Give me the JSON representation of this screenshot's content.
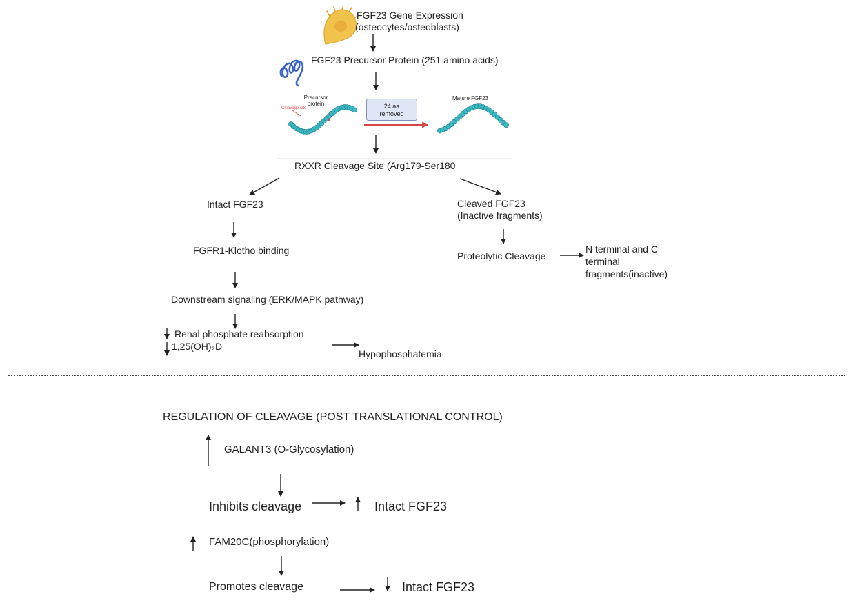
{
  "top": {
    "gene_title": "FGF23 Gene Expression",
    "gene_cells": "(osteocytes/osteoblasts)",
    "precursor": "FGF23 Precursor Protein (251 amino acids)",
    "panel_precursor_line1": "Precursor",
    "panel_precursor_line2": "protein",
    "panel_cleavage_site": "Cleavage site",
    "panel_removed_line1": "24 aa",
    "panel_removed_line2": "removed",
    "panel_mature": "Mature FGF23",
    "cleavage_site": "RXXR Cleavage Site (Arg179-Ser180"
  },
  "left_branch": {
    "intact": "Intact FGF23",
    "binding": "FGFR1-Klotho binding",
    "signaling": "Downstream signaling (ERK/MAPK pathway)",
    "renal": "Renal phosphate reabsorption",
    "vitd": "1,25(OH)₂D",
    "outcome": "Hypophosphatemia"
  },
  "right_branch": {
    "cleaved_line1": "Cleaved FGF23",
    "cleaved_line2": "(Inactive fragments)",
    "proteolytic": "Proteolytic Cleavage",
    "fragments_line1": "N terminal and C",
    "fragments_line2": "terminal",
    "fragments_line3": "fragments(inactive)"
  },
  "regulation": {
    "heading": "REGULATION OF CLEAVAGE (POST TRANSLATIONAL CONTROL)",
    "galant3": "GALANT3 (O-Glycosylation)",
    "inhibits": "Inhibits cleavage",
    "intact_up": "Intact FGF23",
    "fam20c": "FAM20C(phosphorylation)",
    "promotes": "Promotes cleavage",
    "intact_down": "Intact FGF23"
  },
  "colors": {
    "cell": "#f2c34c",
    "protein_coil": "#3b63c4",
    "beads": "#3bb8c4",
    "cleavage_arrow": "#d24b4b"
  },
  "icons": [
    "cell-icon",
    "protein-coil-icon",
    "precursor-protein-icon",
    "mature-protein-icon"
  ]
}
